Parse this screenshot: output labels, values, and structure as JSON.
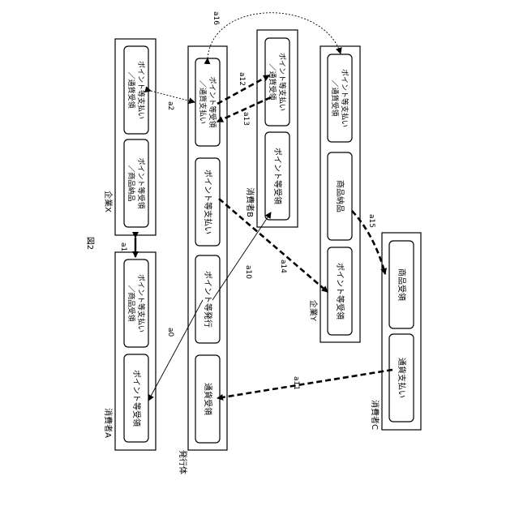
{
  "figure_title": "図2",
  "entities": {
    "consumer_a": {
      "label": "消費者A",
      "nodes": [
        "ポイント等受領",
        "ポイント等支払い\n／商品受領"
      ]
    },
    "company_x": {
      "label": "企業X",
      "nodes": [
        "ポイント等受領\n／商品納品",
        "ポイント等支払い\n／通貨受領"
      ]
    },
    "issuer": {
      "label": "発行体",
      "nodes": [
        "通貨受領",
        "ポイント等発行",
        "ポイント等支払い",
        "ポイント等受領\n／通貨支払い"
      ]
    },
    "consumer_b": {
      "label": "消費者B",
      "nodes": [
        "ポイント等受領",
        "ポイント等支払い\n／通貨受領"
      ]
    },
    "company_y": {
      "label": "企業Y",
      "nodes": [
        "ポイント等受領",
        "商品納品",
        "ポイント等支払い\n／通貨受領"
      ]
    },
    "consumer_c": {
      "label": "消費者C",
      "nodes": [
        "通貨支払い",
        "商品受領"
      ]
    }
  },
  "arrows": [
    "a0",
    "a1",
    "a2",
    "a10",
    "a11",
    "a12",
    "a13",
    "a14",
    "a15",
    "a16"
  ]
}
